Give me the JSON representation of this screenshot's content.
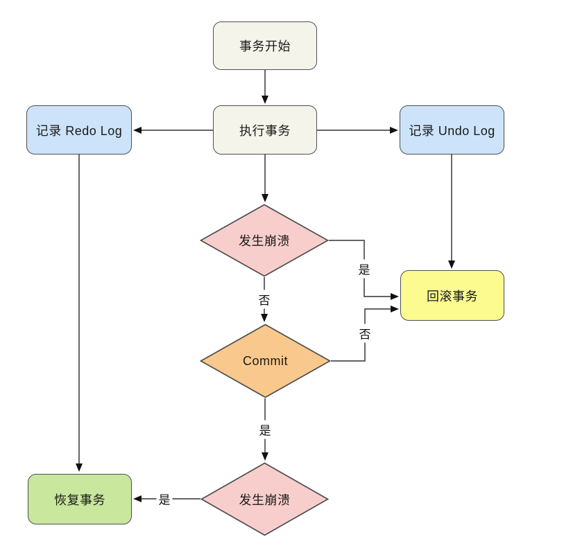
{
  "diagram": {
    "title": "transaction-redo-undo-log-flowchart",
    "background_color": "#ffffff",
    "line_color": "#4d4d4d",
    "arrowhead_color": "#111111",
    "text_color": "#1a1a1a",
    "nodes": {
      "start": {
        "label": "事务开始",
        "shape": "rounded-rect",
        "fill": "#f5f4ea"
      },
      "execute": {
        "label": "执行事务",
        "shape": "rounded-rect",
        "fill": "#f5f4ea"
      },
      "redo": {
        "label": "记录 Redo Log",
        "shape": "rounded-rect",
        "fill": "#cce3f9"
      },
      "undo": {
        "label": "记录 Undo Log",
        "shape": "rounded-rect",
        "fill": "#cce3f9"
      },
      "crash1": {
        "label": "发生崩溃",
        "shape": "diamond",
        "fill": "#f8cecc"
      },
      "commit": {
        "label": "Commit",
        "shape": "diamond",
        "fill": "#f9c88c"
      },
      "crash2": {
        "label": "发生崩溃",
        "shape": "diamond",
        "fill": "#f8cecc"
      },
      "rollback": {
        "label": "回滚事务",
        "shape": "rounded-rect",
        "fill": "#fbfb90"
      },
      "recover": {
        "label": "恢复事务",
        "shape": "rounded-rect",
        "fill": "#c9e79d"
      }
    },
    "edge_labels": {
      "crash1_yes": "是",
      "crash1_no": "否",
      "commit_no": "否",
      "commit_yes": "是",
      "crash2_yes": "是"
    }
  }
}
